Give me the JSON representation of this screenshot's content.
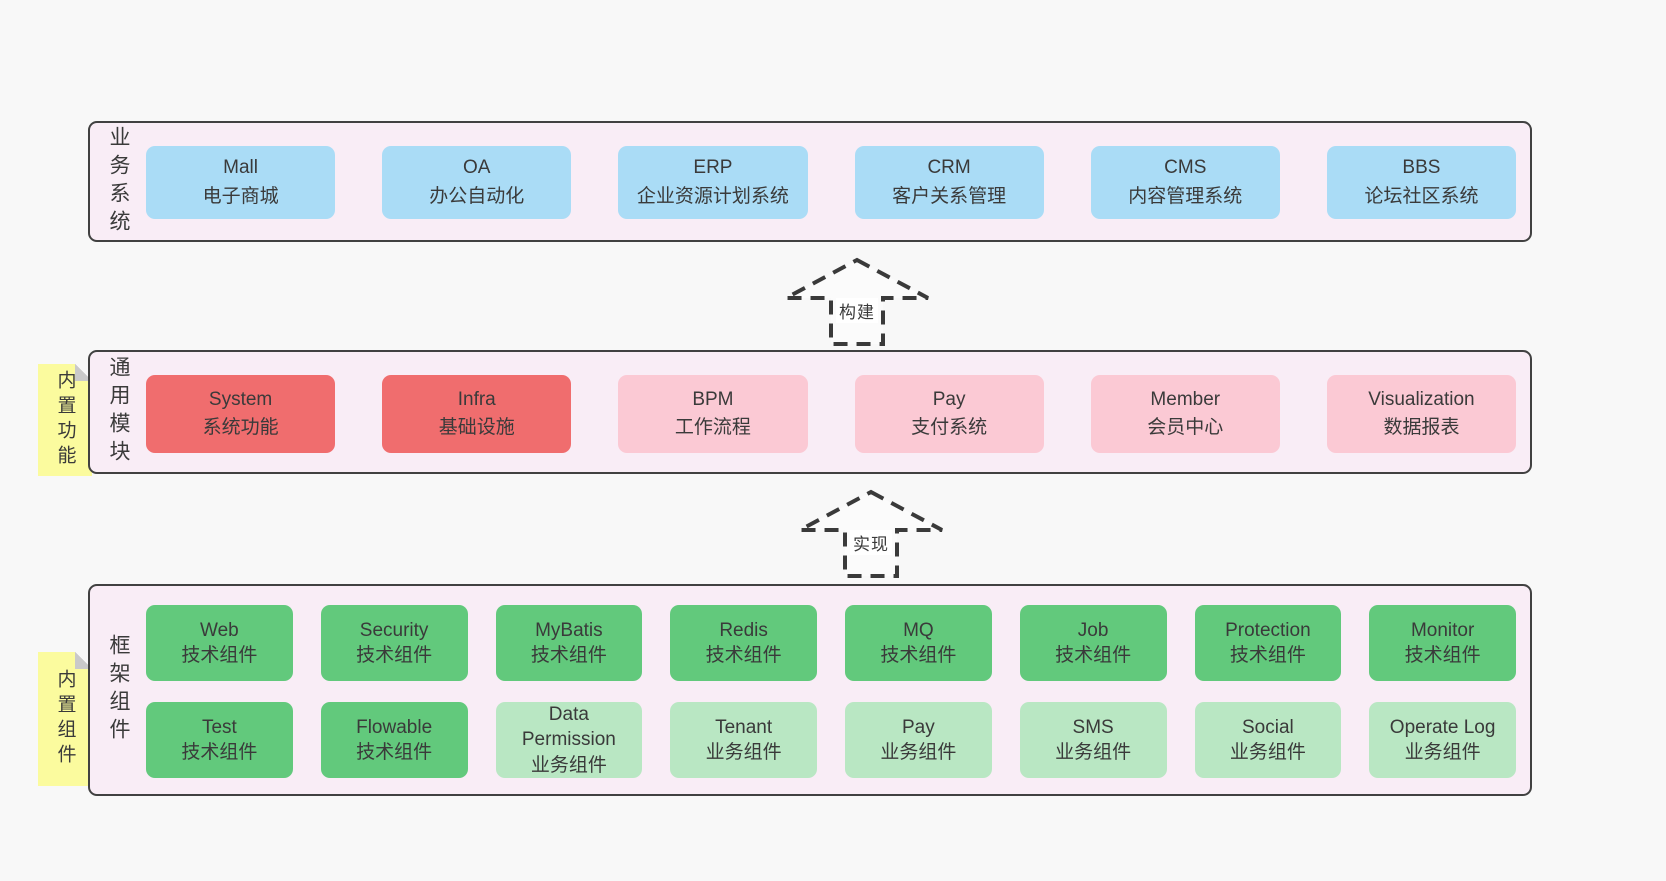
{
  "colors": {
    "page_bg": "#f8f8f8",
    "layer_bg": "#f9edf6",
    "layer_border": "#414141",
    "blue_box": "#aadcf6",
    "red_box": "#f06d6e",
    "pink_box": "#fbc9d4",
    "green_box": "#62c97c",
    "light_green_box": "#b9e7c3",
    "note_bg": "#fbfb9e",
    "note_fold": "#c9c9c9",
    "text": "#3a3a3a"
  },
  "layers": [
    {
      "label": "业务系统",
      "boxes": [
        {
          "name": "Mall",
          "desc": "电子商城"
        },
        {
          "name": "OA",
          "desc": "办公自动化"
        },
        {
          "name": "ERP",
          "desc": "企业资源计划系统"
        },
        {
          "name": "CRM",
          "desc": "客户关系管理"
        },
        {
          "name": "CMS",
          "desc": "内容管理系统"
        },
        {
          "name": "BBS",
          "desc": "论坛社区系统"
        }
      ]
    },
    {
      "label": "通用模块",
      "note": "内置功能",
      "boxes": [
        {
          "name": "System",
          "desc": "系统功能"
        },
        {
          "name": "Infra",
          "desc": "基础设施"
        },
        {
          "name": "BPM",
          "desc": "工作流程"
        },
        {
          "name": "Pay",
          "desc": "支付系统"
        },
        {
          "name": "Member",
          "desc": "会员中心"
        },
        {
          "name": "Visualization",
          "desc": "数据报表"
        }
      ]
    },
    {
      "label": "框架组件",
      "note": "内置组件",
      "rows": [
        [
          {
            "name": "Web",
            "desc": "技术组件"
          },
          {
            "name": "Security",
            "desc": "技术组件"
          },
          {
            "name": "MyBatis",
            "desc": "技术组件"
          },
          {
            "name": "Redis",
            "desc": "技术组件"
          },
          {
            "name": "MQ",
            "desc": "技术组件"
          },
          {
            "name": "Job",
            "desc": "技术组件"
          },
          {
            "name": "Protection",
            "desc": "技术组件"
          },
          {
            "name": "Monitor",
            "desc": "技术组件"
          }
        ],
        [
          {
            "name": "Test",
            "desc": "技术组件"
          },
          {
            "name": "Flowable",
            "desc": "技术组件"
          },
          {
            "name": "Data Permission",
            "desc": "业务组件"
          },
          {
            "name": "Tenant",
            "desc": "业务组件"
          },
          {
            "name": "Pay",
            "desc": "业务组件"
          },
          {
            "name": "SMS",
            "desc": "业务组件"
          },
          {
            "name": "Social",
            "desc": "业务组件"
          },
          {
            "name": "Operate Log",
            "desc": "业务组件"
          }
        ]
      ]
    }
  ],
  "arrows": [
    {
      "label": "构建"
    },
    {
      "label": "实现"
    }
  ]
}
